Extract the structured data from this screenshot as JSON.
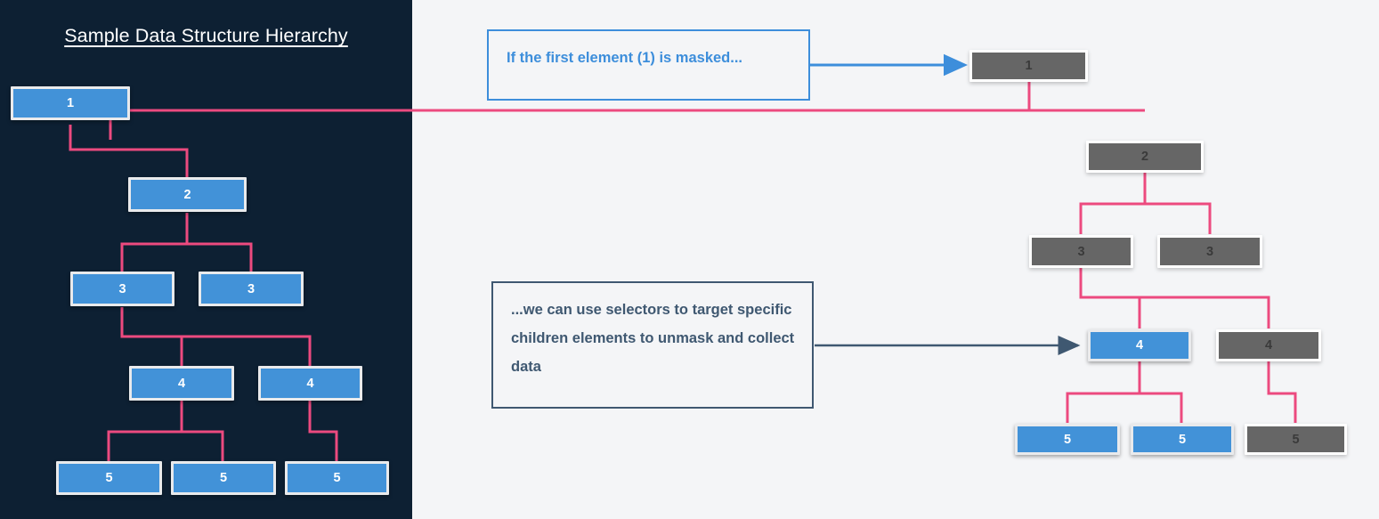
{
  "panels": {
    "left": {
      "background": "#0d2033",
      "title": "Sample Data Structure Hierarchy"
    },
    "right": {
      "background": "#f4f5f7"
    }
  },
  "colors": {
    "node_blue": "#4292d8",
    "node_gray": "#666666",
    "link_pink": "#ec4a7f",
    "arrow_blue": "#3d8edb",
    "arrow_slate": "#3f5871",
    "panel_dark": "#0d2033",
    "panel_light": "#f4f5f7"
  },
  "callouts": [
    {
      "id": "callout-masked",
      "text": "If the first element (1) is masked...",
      "accent": "#3d8edb",
      "arrow_to": "right-node-1"
    },
    {
      "id": "callout-selectors",
      "text": "...we can use selectors to target specific children elements to unmask and collect data",
      "accent": "#3f5871",
      "arrow_to": "right-node-4a"
    }
  ],
  "left_tree": {
    "name": "Sample Data Structure Hierarchy",
    "nodes": [
      {
        "id": "l1",
        "label": "1",
        "state": "visible",
        "level": 1
      },
      {
        "id": "l2",
        "label": "2",
        "state": "visible",
        "level": 2
      },
      {
        "id": "l3a",
        "label": "3",
        "state": "visible",
        "level": 3
      },
      {
        "id": "l3b",
        "label": "3",
        "state": "visible",
        "level": 3
      },
      {
        "id": "l4a",
        "label": "4",
        "state": "visible",
        "level": 4
      },
      {
        "id": "l4b",
        "label": "4",
        "state": "visible",
        "level": 4
      },
      {
        "id": "l5a",
        "label": "5",
        "state": "visible",
        "level": 5
      },
      {
        "id": "l5b",
        "label": "5",
        "state": "visible",
        "level": 5
      },
      {
        "id": "l5c",
        "label": "5",
        "state": "visible",
        "level": 5
      }
    ],
    "edges": [
      [
        "l1",
        "l2"
      ],
      [
        "l2",
        "l3a"
      ],
      [
        "l2",
        "l3b"
      ],
      [
        "l3a",
        "l4a"
      ],
      [
        "l3a",
        "l4b"
      ],
      [
        "l4a",
        "l5a"
      ],
      [
        "l4a",
        "l5b"
      ],
      [
        "l4b",
        "l5c"
      ]
    ]
  },
  "right_tree": {
    "nodes": [
      {
        "id": "r1",
        "label": "1",
        "state": "masked",
        "level": 1
      },
      {
        "id": "r2",
        "label": "2",
        "state": "masked",
        "level": 2
      },
      {
        "id": "r3a",
        "label": "3",
        "state": "masked",
        "level": 3
      },
      {
        "id": "r3b",
        "label": "3",
        "state": "masked",
        "level": 3
      },
      {
        "id": "r4a",
        "label": "4",
        "state": "unmasked",
        "level": 4
      },
      {
        "id": "r4b",
        "label": "4",
        "state": "masked",
        "level": 4
      },
      {
        "id": "r5a",
        "label": "5",
        "state": "unmasked",
        "level": 5
      },
      {
        "id": "r5b",
        "label": "5",
        "state": "unmasked",
        "level": 5
      },
      {
        "id": "r5c",
        "label": "5",
        "state": "masked",
        "level": 5
      }
    ],
    "edges": [
      [
        "r1",
        "r2"
      ],
      [
        "r2",
        "r3a"
      ],
      [
        "r2",
        "r3b"
      ],
      [
        "r3a",
        "r4a"
      ],
      [
        "r3a",
        "r4b"
      ],
      [
        "r4a",
        "r5a"
      ],
      [
        "r4a",
        "r5b"
      ],
      [
        "r4b",
        "r5c"
      ]
    ]
  }
}
